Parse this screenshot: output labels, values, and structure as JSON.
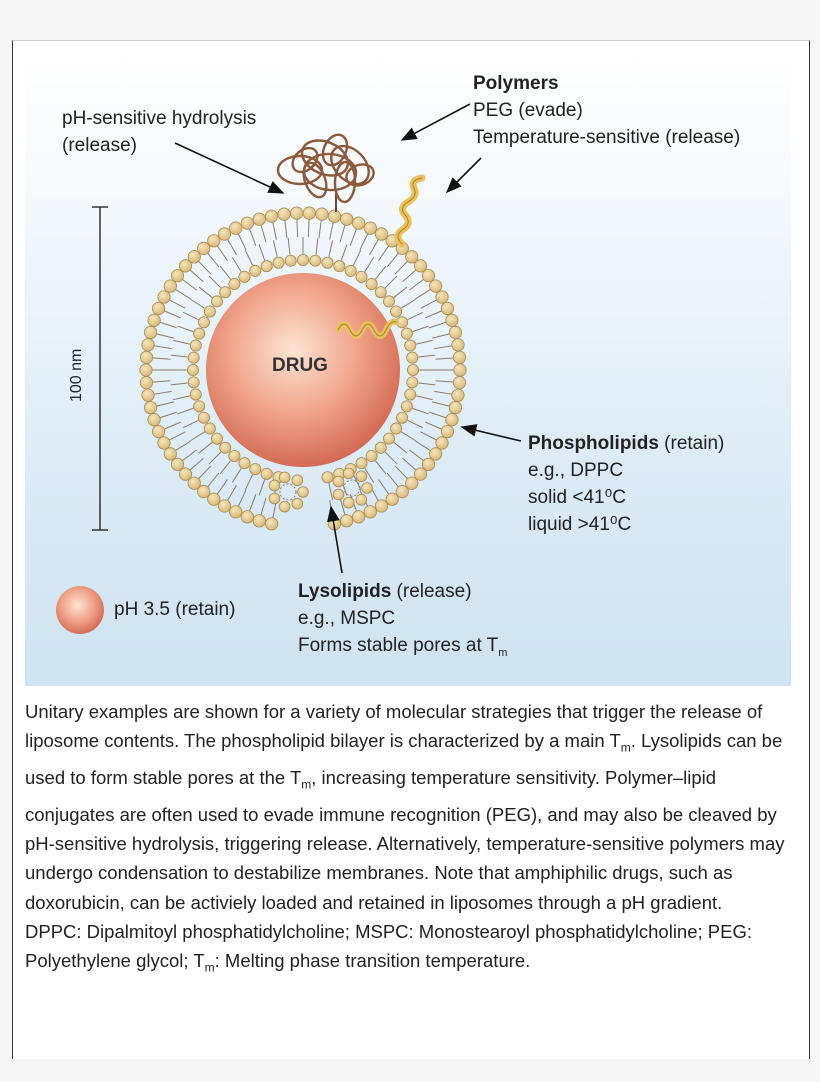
{
  "labels": {
    "ph_hydrolysis": "pH-sensitive hydrolysis",
    "ph_hydrolysis_sub": "(release)",
    "polymers_title": "Polymers",
    "polymers_peg": "PEG (evade)",
    "polymers_temp": "Temperature-sensitive (release)",
    "drug": "DRUG",
    "scale": "100 nm",
    "phospholipids_title": "Phospholipids",
    "phospholipids_suffix": " (retain)",
    "phospholipids_example": "e.g., DPPC",
    "phospholipids_solid": "solid <41⁰C",
    "phospholipids_liquid": "liquid >41⁰C",
    "lysolipids_title": "Lysolipids",
    "lysolipids_suffix": " (release)",
    "lysolipids_example": "e.g., MSPC",
    "lysolipids_pores": "Forms stable pores at T",
    "lysolipids_pores_sub": "m",
    "ph_retain": "pH 3.5 (retain)"
  },
  "caption": {
    "p1_a": "Unitary examples are shown for a variety of molecular strategies that trigger the release of liposome contents. The phospholipid bilayer is characterized by a main T",
    "p1_sub1": "m",
    "p1_b": ". Lysolipids can be used to form stable pores at the T",
    "p1_sub2": "m",
    "p1_c": ", increasing temperature sensitivity. Polymer–lipid conjugates are often used to evade immune recognition (PEG), and may also be cleaved by pH-sensitive hydrolysis, triggering release. Alternatively, temperature-sensitive polymers may undergo condensation to destabilize membranes. Note that amphiphilic drugs, such as doxorubicin, can be activiely loaded and retained in liposomes through a pH gradient.",
    "p2_a": "DPPC: Dipalmitoyl phosphatidylcholine; MSPC: Monostearoyl phosphatidylcholine; PEG: Polyethylene glycol; T",
    "p2_sub": "m",
    "p2_b": ": Melting phase transition temperature."
  },
  "colors": {
    "head": "#e2c98e",
    "head_stroke": "#a88a4e",
    "tail": "#8c7b65",
    "drug_center": "#fbd8c4",
    "drug_edge": "#d76d58",
    "peg": "#8b5a3c",
    "temp_polymer": "#e9c15d"
  }
}
